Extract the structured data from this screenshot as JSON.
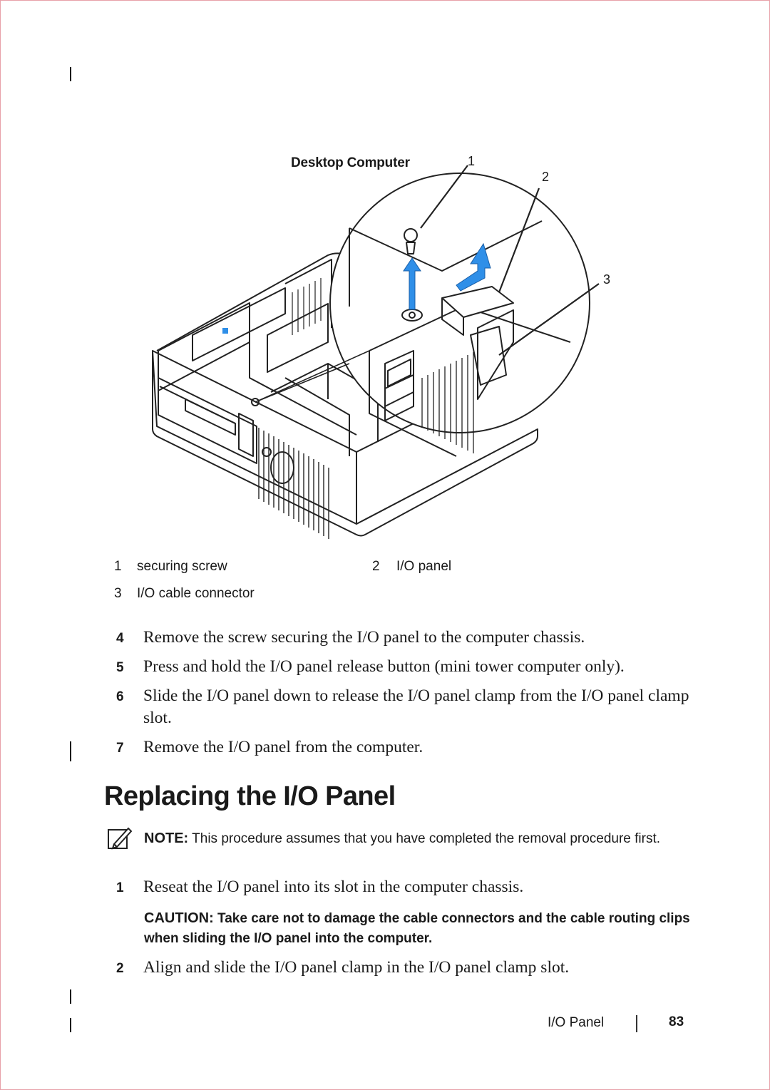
{
  "figure": {
    "caption": "Desktop Computer",
    "callouts": [
      "1",
      "2",
      "3"
    ]
  },
  "legend": [
    {
      "num": "1",
      "label": "securing screw"
    },
    {
      "num": "2",
      "label": "I/O panel"
    },
    {
      "num": "3",
      "label": "I/O cable connector"
    }
  ],
  "removal_steps": [
    {
      "num": "4",
      "text": "Remove the screw securing the I/O panel to the computer chassis."
    },
    {
      "num": "5",
      "text": "Press and hold the I/O panel release button (mini tower computer only)."
    },
    {
      "num": "6",
      "text": "Slide the I/O panel down to release the I/O panel clamp from the I/O panel clamp slot."
    },
    {
      "num": "7",
      "text": "Remove the I/O panel from the computer."
    }
  ],
  "section_heading": "Replacing the I/O Panel",
  "note": {
    "label": "NOTE:",
    "text": "This procedure assumes that you have completed the removal procedure first."
  },
  "replace_steps": [
    {
      "num": "1",
      "text": "Reseat the I/O panel into its slot in the computer chassis."
    },
    {
      "num": "2",
      "text": "Align and slide the I/O panel clamp in the I/O panel clamp slot."
    }
  ],
  "caution": {
    "label": "CAUTION:",
    "text": "Take care not to damage the cable connectors and the cable routing clips when sliding the I/O panel into the computer."
  },
  "footer": {
    "section_title": "I/O Panel",
    "page_number": "83"
  },
  "colors": {
    "page_border": "#e8a0a8",
    "arrow_blue": "#2f8fe8"
  }
}
